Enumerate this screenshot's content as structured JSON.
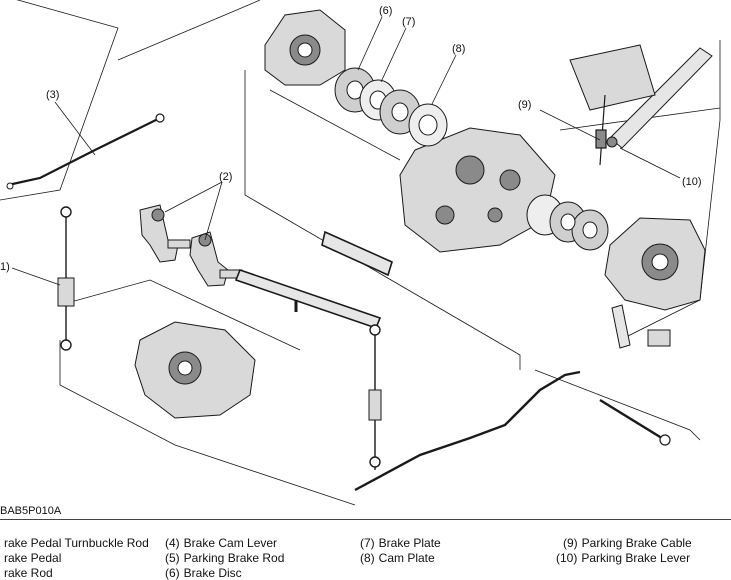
{
  "figure_code": "BAB5P010A",
  "callouts": [
    {
      "id": "1",
      "text": "1)"
    },
    {
      "id": "2",
      "text": "(2)"
    },
    {
      "id": "3",
      "text": "(3)"
    },
    {
      "id": "6",
      "text": "(6)"
    },
    {
      "id": "7",
      "text": "(7)"
    },
    {
      "id": "8",
      "text": "(8)"
    },
    {
      "id": "9",
      "text": "(9)"
    },
    {
      "id": "10",
      "text": "(10)"
    }
  ],
  "legend": [
    {
      "num": "",
      "label": "rake Pedal Turnbuckle Rod"
    },
    {
      "num": "",
      "label": "rake Pedal"
    },
    {
      "num": "",
      "label": "rake Rod"
    },
    {
      "num": "(4)",
      "label": "Brake Cam Lever"
    },
    {
      "num": "(5)",
      "label": "Parking Brake Rod"
    },
    {
      "num": "(6)",
      "label": "Brake Disc"
    },
    {
      "num": "(7)",
      "label": "Brake Plate"
    },
    {
      "num": "(8)",
      "label": "Cam Plate"
    },
    {
      "num": "(9)",
      "label": "Parking Brake Cable"
    },
    {
      "num": "(10)",
      "label": "Parking Brake Lever"
    }
  ],
  "colors": {
    "line": "#1a1a1a",
    "part_fill": "#d9d9d9",
    "part_dark": "#8a8a8a",
    "background": "#ffffff"
  }
}
